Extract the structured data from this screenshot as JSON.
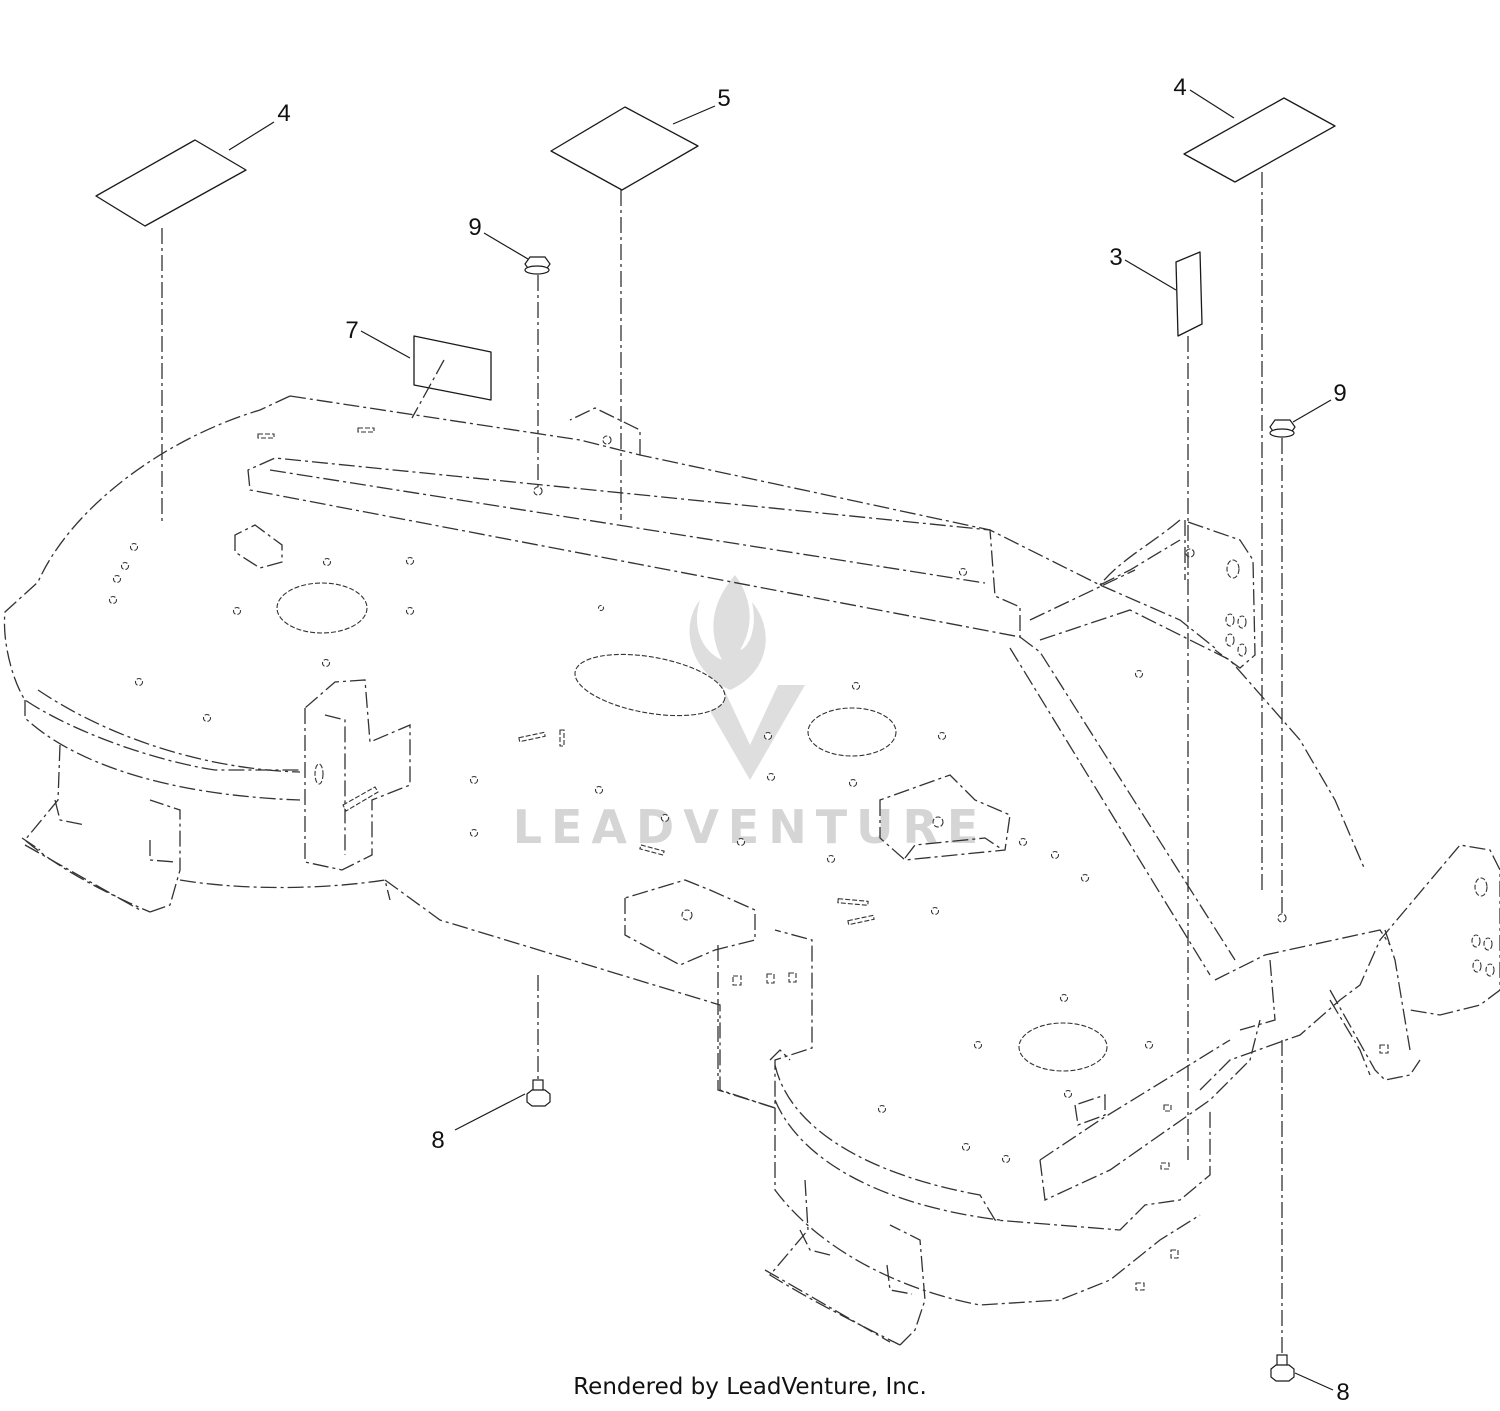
{
  "callouts": {
    "c4_left": "4",
    "c5": "5",
    "c4_right": "4",
    "c9_top": "9",
    "c3": "3",
    "c7": "7",
    "c9_right": "9",
    "c8_bottom_left": "8",
    "c8_bottom_right": "8"
  },
  "watermark": {
    "brand": "LEADVENTURE",
    "icon": "flame-v-logo-icon"
  },
  "footer": {
    "credit": "Rendered by LeadVenture, Inc."
  }
}
